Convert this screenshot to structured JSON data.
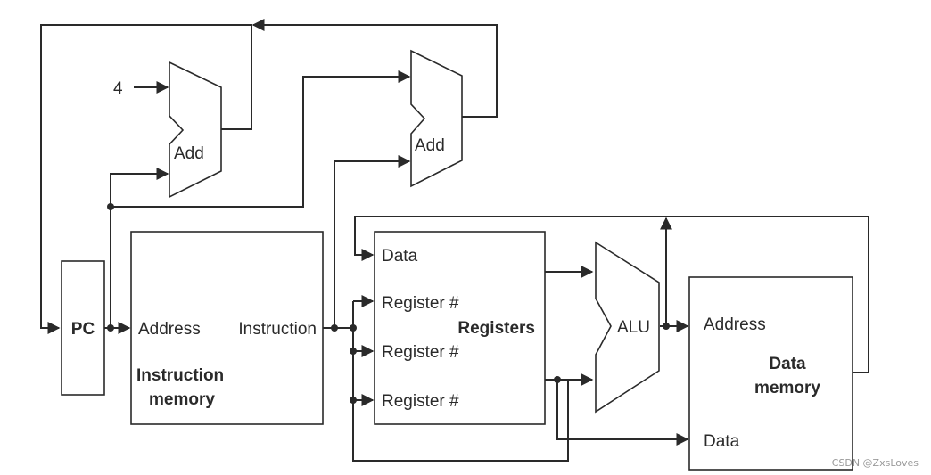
{
  "pc": {
    "label": "PC"
  },
  "adder_pc": {
    "label": "Add",
    "constant": "4"
  },
  "adder_branch": {
    "label": "Add"
  },
  "instruction_memory": {
    "port_address": "Address",
    "port_instruction": "Instruction",
    "title_line1": "Instruction",
    "title_line2": "memory"
  },
  "registers": {
    "title": "Registers",
    "port_data": "Data",
    "port_reg1": "Register #",
    "port_reg2": "Register #",
    "port_reg3": "Register #"
  },
  "alu": {
    "label": "ALU"
  },
  "data_memory": {
    "port_address": "Address",
    "port_data": "Data",
    "title_line1": "Data",
    "title_line2": "memory"
  },
  "watermark": "CSDN @ZxsLoves"
}
